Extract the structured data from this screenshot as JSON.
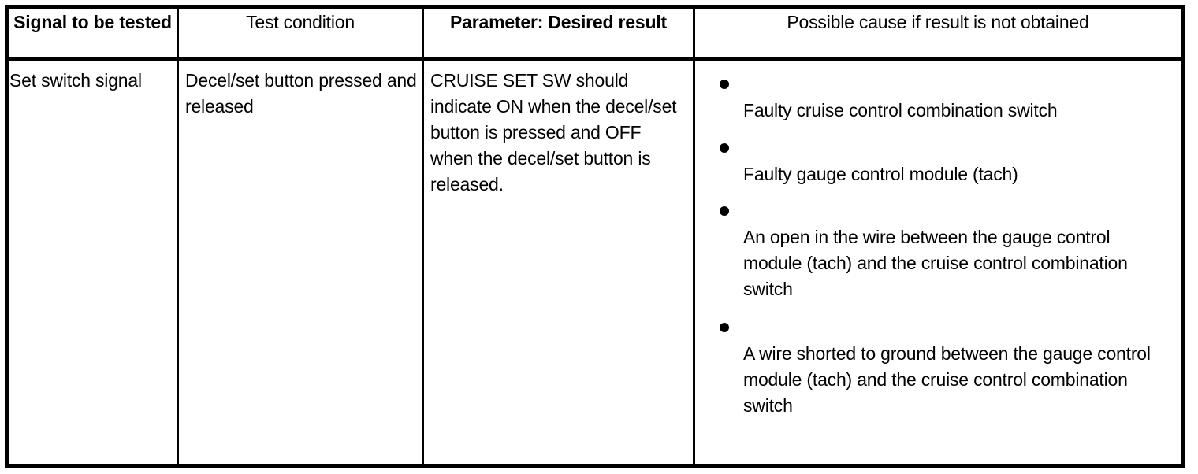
{
  "table": {
    "headers": [
      "Signal to be tested",
      "Test condition",
      "Parameter: Desired result",
      "Possible cause if result is not obtained"
    ],
    "header_styles": [
      "bold",
      "regular",
      "bold",
      "regular"
    ],
    "rows": [
      {
        "signal": "Set switch signal",
        "test_condition": "Decel/set button pressed and released",
        "parameter_desired_result": "CRUISE SET SW should indicate ON when the decel/set button is pressed and OFF when the decel/set button is released.",
        "possible_causes": [
          "Faulty cruise control combination switch",
          "Faulty gauge control module (tach)",
          "An open in the wire between the gauge control module (tach) and the cruise control combination switch",
          "A wire shorted to ground between the gauge control module (tach) and the cruise control combination switch"
        ]
      }
    ]
  },
  "style": {
    "border_color": "#000000",
    "background_color": "#ffffff",
    "text_color": "#000000",
    "bullet_glyph": "bullet-dot"
  }
}
